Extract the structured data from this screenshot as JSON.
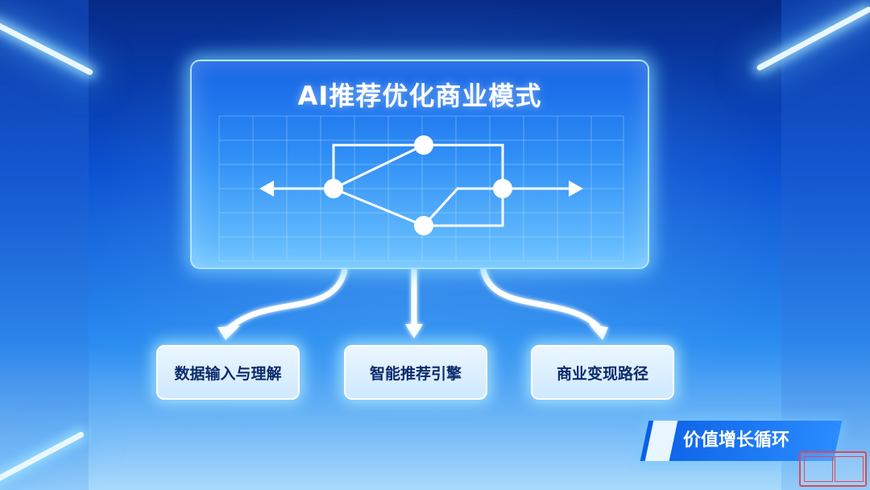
{
  "title": "AI推荐优化商业模式",
  "boxes": [
    {
      "label": "数据输入与理解"
    },
    {
      "label": "智能推荐引擎"
    },
    {
      "label": "商业变现路径"
    }
  ],
  "badge": {
    "label": "价值增长循环"
  },
  "colors": {
    "panel_top": "#1462e4",
    "panel_bottom": "#6fc6ff",
    "box_text": "#0c2a6b",
    "badge": "#0b5fe6",
    "glow": "#e9f8ff"
  },
  "icons": [
    "left-arrow-icon",
    "right-arrow-icon",
    "down-arrow-icon",
    "stamp-logo-icon"
  ]
}
